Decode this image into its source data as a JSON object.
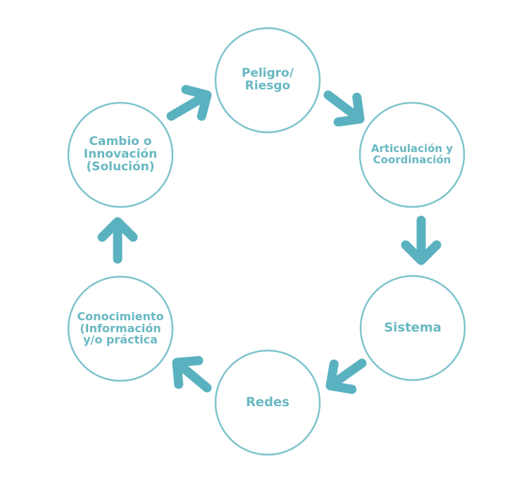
{
  "colors": {
    "ring": "#7fc4cb",
    "text": "#69b8c2",
    "arrow": "#5ab2c0"
  },
  "nodes": [
    {
      "id": "peligro-riesgo",
      "lines": [
        "Peligro/",
        "Riesgo"
      ]
    },
    {
      "id": "articulacion",
      "lines": [
        "Articulación y",
        "Coordinación"
      ]
    },
    {
      "id": "sistema",
      "lines": [
        "Sistema"
      ]
    },
    {
      "id": "redes",
      "lines": [
        "Redes"
      ]
    },
    {
      "id": "conocimiento",
      "lines": [
        "Conocimiento",
        "(Información",
        "y/o práctica"
      ]
    },
    {
      "id": "cambio",
      "lines": [
        "Cambio o",
        "Innovación",
        "(Solución)"
      ]
    }
  ],
  "flow": [
    {
      "from": "cambio",
      "to": "peligro-riesgo"
    },
    {
      "from": "peligro-riesgo",
      "to": "articulacion"
    },
    {
      "from": "articulacion",
      "to": "sistema"
    },
    {
      "from": "sistema",
      "to": "redes"
    },
    {
      "from": "redes",
      "to": "conocimiento"
    },
    {
      "from": "conocimiento",
      "to": "cambio"
    }
  ]
}
